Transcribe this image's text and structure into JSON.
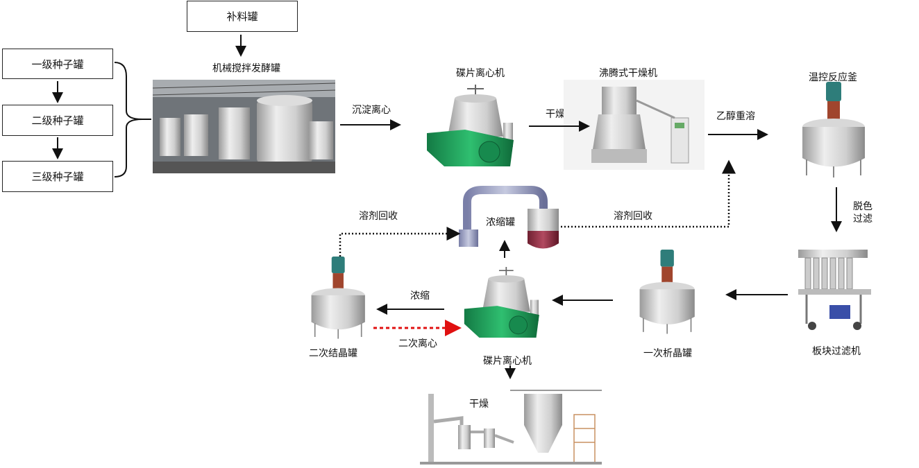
{
  "boxes": {
    "feed_tank": "补料罐",
    "seed1": "一级种子罐",
    "seed2": "二级种子罐",
    "seed3": "三级种子罐"
  },
  "equipment": {
    "fermenter": "机械搅拌发酵罐",
    "centrifuge1": "碟片离心机",
    "fluid_bed_dryer": "沸腾式干燥机",
    "reactor": "温控反应釜",
    "filter_press": "板块过滤机",
    "crystallizer1": "一次析晶罐",
    "centrifuge2": "碟片离心机",
    "concentrator": "浓缩罐",
    "crystallizer2": "二次结晶罐"
  },
  "steps": {
    "sediment_centrifuge": "沉淀离心",
    "dry1": "干燥",
    "ethanol_redissolve": "乙醇重溶",
    "decolor": "脱色",
    "filter": "过滤",
    "solvent_recovery_left": "溶剂回收",
    "solvent_recovery_right": "溶剂回收",
    "concentrate": "浓缩",
    "second_centrifuge": "二次离心",
    "dry2": "干燥"
  },
  "colors": {
    "arrow": "#111111",
    "recycle_dotted": "#111111",
    "red_dotted": "#e01010",
    "motor": "#2e7d7a",
    "neck": "#a0452d",
    "centrifuge_base": "#1f9e5a"
  }
}
